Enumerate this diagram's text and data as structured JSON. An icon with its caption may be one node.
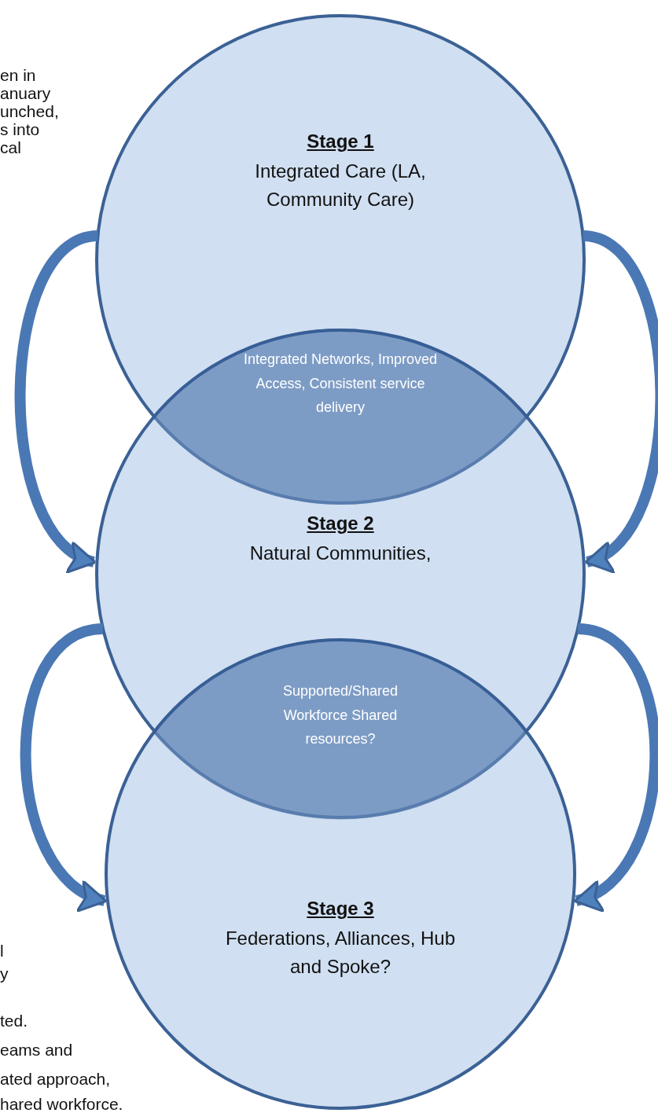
{
  "diagram": {
    "nodes": [
      {
        "text": [
          "Stage 1",
          "Integrated Care (LA, Community Care)"
        ]
      },
      {
        "text": [
          "Integrated Networks, Improved Access, Consistent service delivery"
        ]
      },
      {
        "text": [
          "Stage 2",
          "Natural Communities,"
        ]
      },
      {
        "text": [
          "Supported/Shared Workforce Shared resources?"
        ]
      },
      {
        "text": [
          "Stage 3",
          "Federations, Alliances, Hub and Spoke?"
        ]
      }
    ],
    "edges": [
      {
        "from": 0,
        "to": 2,
        "arrow": "to"
      },
      {
        "from": 0,
        "to": 2,
        "arrow": "to"
      },
      {
        "from": 2,
        "to": 4,
        "arrow": "to"
      },
      {
        "from": 2,
        "to": 4,
        "arrow": "to"
      }
    ],
    "labels": [
      "en in",
      "anuary",
      "unched,",
      "s into",
      "cal",
      "l",
      "y",
      "ted.",
      "eams and",
      "ated approach,",
      "hared workforce."
    ]
  }
}
